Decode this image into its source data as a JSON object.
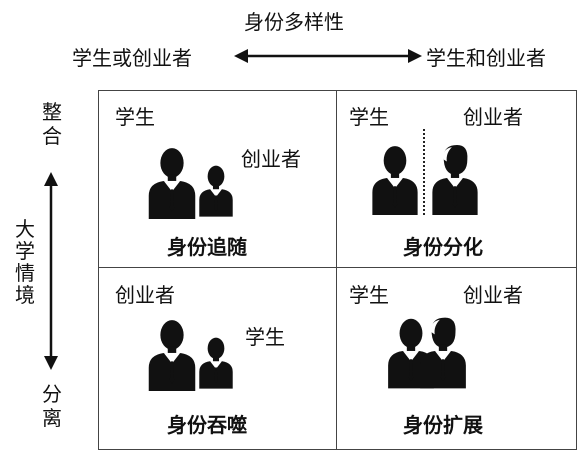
{
  "title": "身份多样性",
  "x_axis": {
    "left_label": "学生或创业者",
    "right_label": "学生和创业者"
  },
  "y_axis": {
    "top_label": "整合",
    "middle_label": [
      "大",
      "学",
      "情",
      "境"
    ],
    "bottom_label": "分离"
  },
  "quadrants": {
    "top_left": {
      "label_a": "学生",
      "label_b": "创业者",
      "title": "身份追随"
    },
    "top_right": {
      "label_a": "学生",
      "label_b": "创业者",
      "title": "身份分化"
    },
    "bottom_left": {
      "label_a": "创业者",
      "label_b": "学生",
      "title": "身份吞噬"
    },
    "bottom_right": {
      "label_a": "学生",
      "label_b": "创业者",
      "title": "身份扩展"
    }
  },
  "colors": {
    "figure": "#111111",
    "shirt": "#ffffff",
    "line": "#444444"
  }
}
